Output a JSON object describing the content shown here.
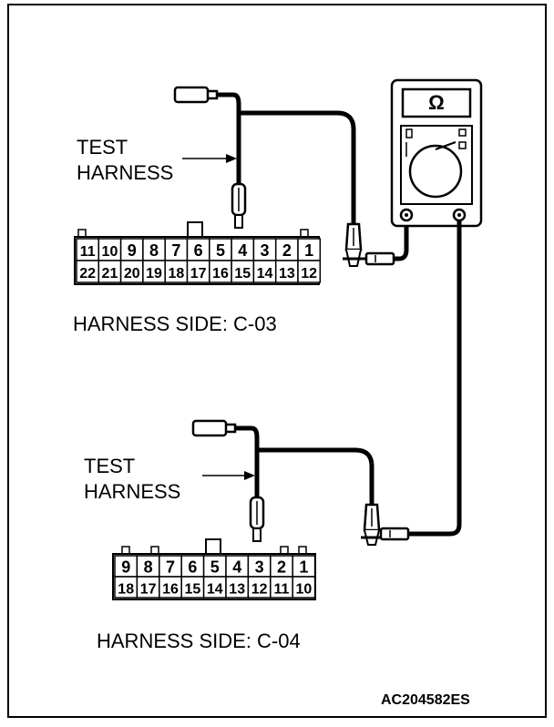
{
  "diagram": {
    "upper_connector": {
      "label": "HARNESS SIDE: C-03",
      "test_harness_label": [
        "TEST",
        "HARNESS"
      ],
      "top_row": [
        "11",
        "10",
        "9",
        "8",
        "7",
        "6",
        "5",
        "4",
        "3",
        "2",
        "1"
      ],
      "bottom_row": [
        "22",
        "21",
        "20",
        "19",
        "18",
        "17",
        "16",
        "15",
        "14",
        "13",
        "12"
      ]
    },
    "lower_connector": {
      "label": "HARNESS SIDE: C-04",
      "test_harness_label": [
        "TEST",
        "HARNESS"
      ],
      "top_row": [
        "9",
        "8",
        "7",
        "6",
        "5",
        "4",
        "3",
        "2",
        "1"
      ],
      "bottom_row": [
        "18",
        "17",
        "16",
        "15",
        "14",
        "13",
        "12",
        "11",
        "10"
      ]
    },
    "meter": {
      "display_symbol": "Ω"
    },
    "figure_code": "AC204582ES"
  }
}
